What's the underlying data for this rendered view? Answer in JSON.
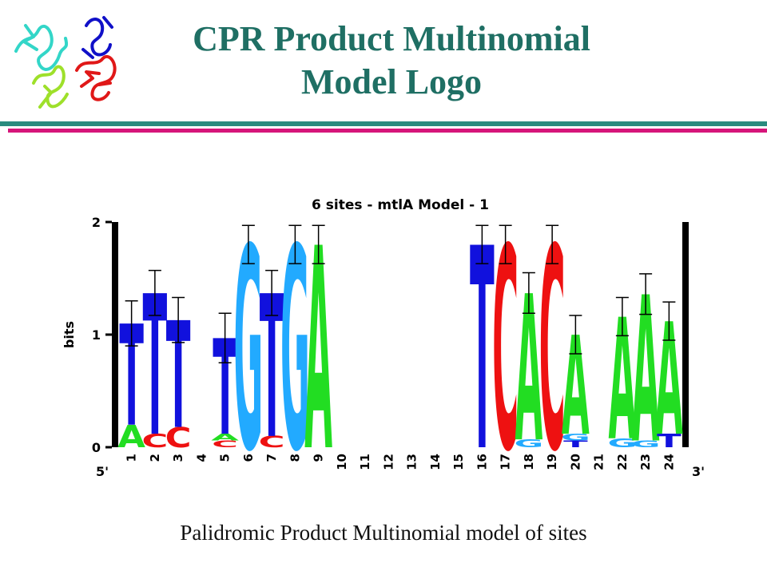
{
  "slide": {
    "title_line1": "CPR Product Multinomial",
    "title_line2": "Model Logo",
    "caption": "Palidromic Product Multinomial model of sites"
  },
  "colors": {
    "title": "#1f6f64",
    "rule_teal": "#2a8a7e",
    "rule_pink": "#d6157a",
    "A": "#22dd22",
    "C": "#ee1111",
    "G": "#22aaff",
    "T": "#1111dd",
    "axis": "#000000"
  },
  "icons": {
    "corner": "protein-ribbon-icon"
  },
  "chart_data": {
    "type": "sequence-logo",
    "title": "6 sites - mtlA Model - 1",
    "ylabel": "bits",
    "ylim": [
      0,
      2
    ],
    "yticks": [
      "0",
      "1",
      "2"
    ],
    "xstart_label": "5'",
    "xend_label": "3'",
    "positions": [
      {
        "pos": "1",
        "stack": [
          {
            "letter": "A",
            "bits": 0.2
          },
          {
            "letter": "T",
            "bits": 0.9
          }
        ],
        "error": 0.2
      },
      {
        "pos": "2",
        "stack": [
          {
            "letter": "C",
            "bits": 0.12
          },
          {
            "letter": "T",
            "bits": 1.25
          }
        ],
        "error": 0.2
      },
      {
        "pos": "3",
        "stack": [
          {
            "letter": "C",
            "bits": 0.18
          },
          {
            "letter": "T",
            "bits": 0.95
          }
        ],
        "error": 0.2
      },
      {
        "pos": "4",
        "stack": [],
        "error": 0
      },
      {
        "pos": "5",
        "stack": [
          {
            "letter": "C",
            "bits": 0.06
          },
          {
            "letter": "A",
            "bits": 0.06
          },
          {
            "letter": "T",
            "bits": 0.85
          }
        ],
        "error": 0.22
      },
      {
        "pos": "6",
        "stack": [
          {
            "letter": "G",
            "bits": 1.8
          }
        ],
        "error": 0.17
      },
      {
        "pos": "7",
        "stack": [
          {
            "letter": "C",
            "bits": 0.1
          },
          {
            "letter": "T",
            "bits": 1.27
          }
        ],
        "error": 0.2
      },
      {
        "pos": "8",
        "stack": [
          {
            "letter": "G",
            "bits": 1.8
          }
        ],
        "error": 0.17
      },
      {
        "pos": "9",
        "stack": [
          {
            "letter": "A",
            "bits": 1.8
          }
        ],
        "error": 0.17
      },
      {
        "pos": "10",
        "stack": [],
        "error": 0
      },
      {
        "pos": "11",
        "stack": [],
        "error": 0
      },
      {
        "pos": "12",
        "stack": [],
        "error": 0
      },
      {
        "pos": "13",
        "stack": [],
        "error": 0
      },
      {
        "pos": "14",
        "stack": [],
        "error": 0
      },
      {
        "pos": "15",
        "stack": [],
        "error": 0
      },
      {
        "pos": "16",
        "stack": [
          {
            "letter": "T",
            "bits": 1.8
          }
        ],
        "error": 0.17
      },
      {
        "pos": "17",
        "stack": [
          {
            "letter": "C",
            "bits": 1.8
          }
        ],
        "error": 0.17
      },
      {
        "pos": "18",
        "stack": [
          {
            "letter": "G",
            "bits": 0.07
          },
          {
            "letter": "A",
            "bits": 1.3
          }
        ],
        "error": 0.18
      },
      {
        "pos": "19",
        "stack": [
          {
            "letter": "C",
            "bits": 1.8
          }
        ],
        "error": 0.17
      },
      {
        "pos": "20",
        "stack": [
          {
            "letter": "T",
            "bits": 0.06
          },
          {
            "letter": "G",
            "bits": 0.06
          },
          {
            "letter": "A",
            "bits": 0.88
          }
        ],
        "error": 0.17
      },
      {
        "pos": "21",
        "stack": [],
        "error": 0
      },
      {
        "pos": "22",
        "stack": [
          {
            "letter": "G",
            "bits": 0.08
          },
          {
            "letter": "A",
            "bits": 1.08
          }
        ],
        "error": 0.17
      },
      {
        "pos": "23",
        "stack": [
          {
            "letter": "G",
            "bits": 0.06
          },
          {
            "letter": "A",
            "bits": 1.3
          }
        ],
        "error": 0.18
      },
      {
        "pos": "24",
        "stack": [
          {
            "letter": "T",
            "bits": 0.12
          },
          {
            "letter": "A",
            "bits": 1.0
          }
        ],
        "error": 0.17
      }
    ]
  }
}
